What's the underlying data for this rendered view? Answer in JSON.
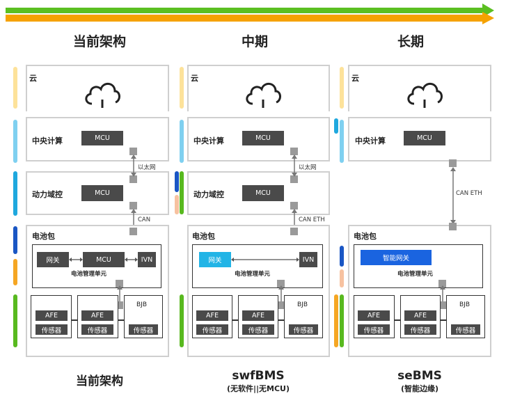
{
  "headers": [
    "当前架构",
    "中期",
    "长期"
  ],
  "footers": [
    {
      "title": "当前架构",
      "subtitle": ""
    },
    {
      "title": "swfBMS",
      "subtitle": "(无软件||无MCU)"
    },
    {
      "title": "seBMS",
      "subtitle": "(智能边缘)"
    }
  ],
  "labels": {
    "cloud": "云",
    "central": "中央计算",
    "power": "动力域控",
    "battery": "电池包",
    "bms": "电池管理单元",
    "mcu": "MCU",
    "gateway": "网关",
    "smart_gateway": "智能网关",
    "ivn": "IVN",
    "afe": "AFE",
    "sensor": "传感器",
    "bjb": "BJB",
    "ethernet": "以太网",
    "can": "CAN",
    "can_eth": "CAN ETH"
  },
  "colors": {
    "arrow_green": "#5bbf21",
    "arrow_orange": "#f5a200",
    "cloud_bar": "#fde29a",
    "central_bar": "#7fd0f0",
    "power_bar": "#1fa8de",
    "battery_bar": "#1a56c4",
    "mgr_bar": "#f5a623",
    "cell_bar": "#58b91f",
    "peach_bar": "#f7c2a0",
    "highlight_cyan": "#22b4e6",
    "highlight_blue": "#1a64e0"
  },
  "icons": [
    "cloud-icon",
    "double-arrow-icon",
    "connector-square-icon"
  ]
}
